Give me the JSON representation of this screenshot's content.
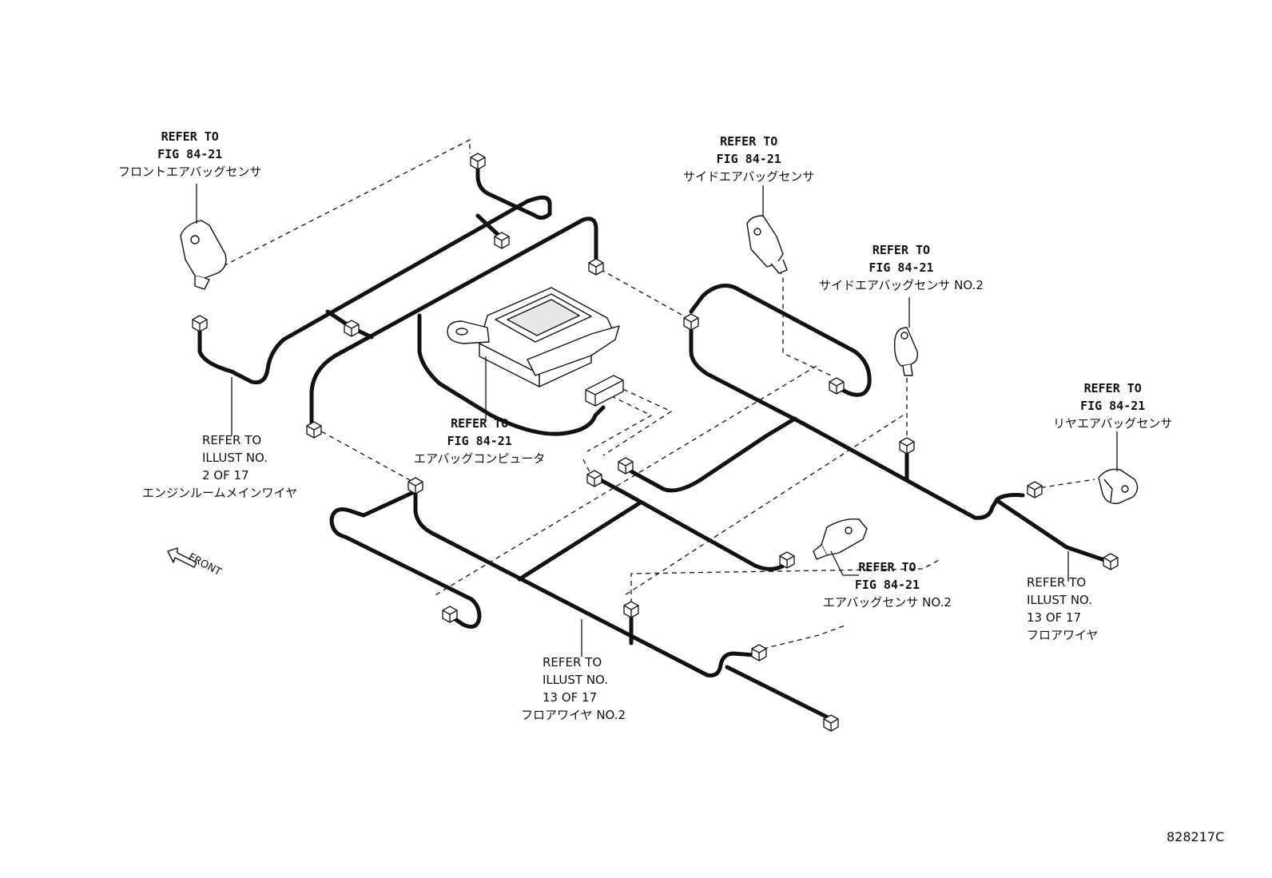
{
  "labels": {
    "front_airbag_sensor": {
      "l1": "REFER TO",
      "l2": "FIG 84-21",
      "l3": "フロントエアバッグセンサ"
    },
    "side_airbag_sensor": {
      "l1": "REFER TO",
      "l2": "FIG 84-21",
      "l3": "サイドエアバッグセンサ"
    },
    "side_airbag_sensor_no2": {
      "l1": "REFER TO",
      "l2": "FIG 84-21",
      "l3": "サイドエアバッグセンサ NO.2"
    },
    "rear_airbag_sensor": {
      "l1": "REFER TO",
      "l2": "FIG 84-21",
      "l3": "リヤエアバッグセンサ"
    },
    "airbag_computer": {
      "l1": "REFER TO",
      "l2": "FIG 84-21",
      "l3": "エアバッグコンピュータ"
    },
    "airbag_sensor_no2": {
      "l1": "REFER TO",
      "l2": "FIG 84-21",
      "l3": "エアバッグセンサ NO.2"
    },
    "engine_room_main_wire": {
      "l1": "REFER TO",
      "l2": "ILLUST NO.",
      "l3": "2 OF 17",
      "l4": "エンジンルームメインワイヤ"
    },
    "floor_wire": {
      "l1": "REFER TO",
      "l2": "ILLUST NO.",
      "l3": "13 OF 17",
      "l4": "フロアワイヤ"
    },
    "floor_wire_no2": {
      "l1": "REFER TO",
      "l2": "ILLUST NO.",
      "l3": "13 OF 17",
      "l4": "フロアワイヤ NO.2"
    }
  },
  "front_indicator": "FRONT",
  "catalog_number": "828217C",
  "colors": {
    "line": "#111111",
    "background": "#ffffff"
  },
  "icons": {
    "front_arrow": "arrow-left-outline-icon"
  }
}
